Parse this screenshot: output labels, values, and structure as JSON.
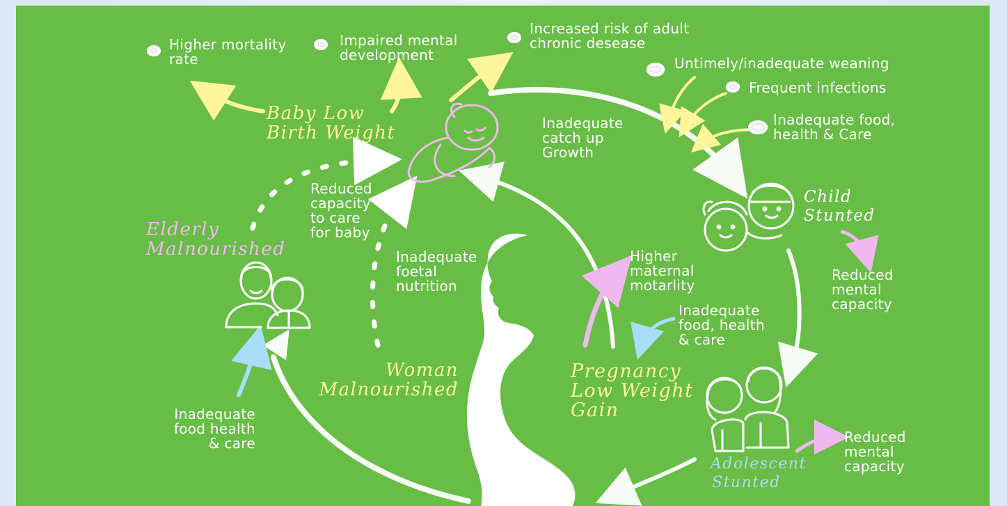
{
  "stages": {
    "baby": [
      "Baby Low",
      "Birth Weight"
    ],
    "child": [
      "Child",
      "Stunted"
    ],
    "adolescent": [
      "Adolescent",
      "Stunted"
    ],
    "pregnancy": [
      "Pregnancy",
      "Low Weight",
      "Gain"
    ],
    "woman": [
      "Woman",
      "Malnourished"
    ],
    "elderly": [
      "Elderly",
      "Malnourished"
    ]
  },
  "notes": {
    "mortality": [
      "Higher mortality",
      "rate"
    ],
    "mental_dev": [
      "Impaired mental",
      "development"
    ],
    "chronic": [
      "Increased risk of adult",
      "chronic desease"
    ],
    "weaning": [
      "Untimely/inadequate weaning"
    ],
    "infections": [
      "Frequent infections"
    ],
    "food_care_top": [
      "Inadequate food,",
      "health & Care"
    ],
    "catch_up": [
      "Inadequate",
      "catch up",
      "Growth"
    ],
    "reduced_care": [
      "Reduced",
      "capacity",
      "to care",
      "for baby"
    ],
    "foetal": [
      "Inadequate",
      "foetal",
      "nutrition"
    ],
    "maternal": [
      "Higher",
      "maternal",
      "motarlity"
    ],
    "food_care_mid": [
      "Inadequate",
      "food, health",
      "& care"
    ],
    "mental_child": [
      "Reduced",
      "mental",
      "capacity"
    ],
    "mental_adol": [
      "Reduced",
      "mental",
      "capacity"
    ],
    "food_care_elderly": [
      "Inadequate",
      "food health",
      "& care"
    ]
  },
  "colors": {
    "background": "#67bd45",
    "yellow": "#fff59a",
    "pink": "#f0b8ee",
    "blue": "#a9dcf7",
    "white": "#ffffff"
  },
  "icons": [
    "baby-icon",
    "children-icon",
    "adolescents-icon",
    "elderly-couple-icon",
    "pregnant-woman-silhouette"
  ]
}
